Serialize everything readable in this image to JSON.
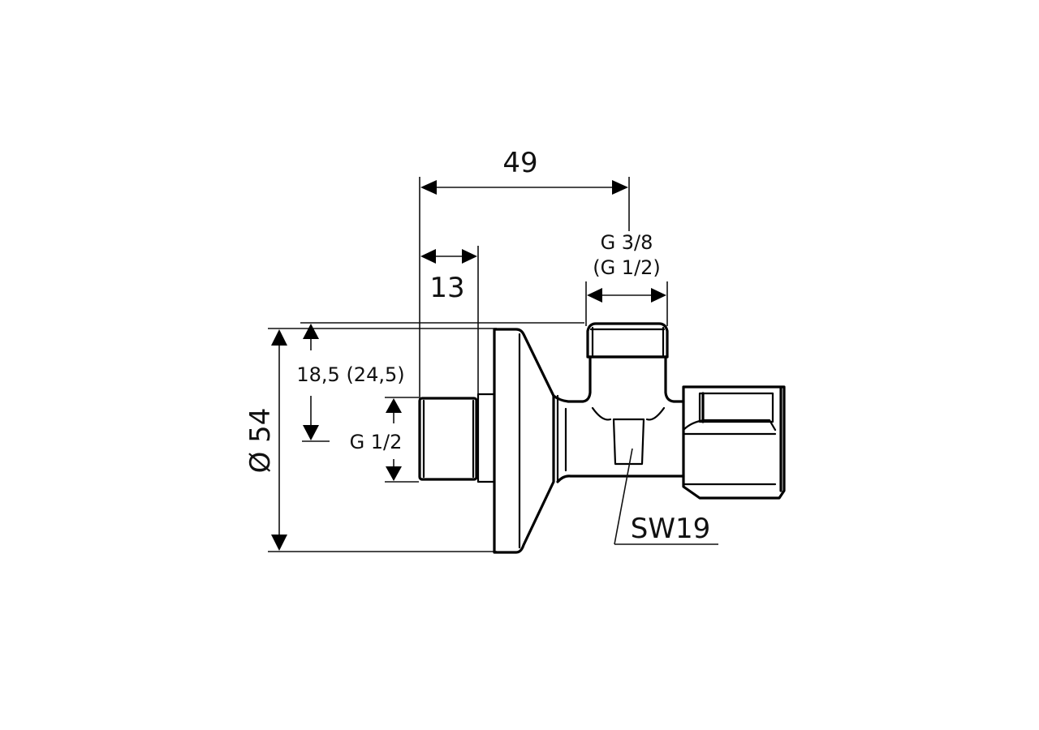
{
  "drawing": {
    "title": "Angle valve dimension drawing",
    "colors": {
      "line": "#000000",
      "background": "#ffffff"
    },
    "dimensions": {
      "overall_length": "49",
      "inlet_thread_length": "13",
      "outlet_thread_primary": "G 3/8",
      "outlet_thread_alt": "(G 1/2)",
      "rosette_diameter": "Ø 54",
      "offset_height": "18,5 (24,5)",
      "inlet_thread": "G 1/2",
      "wrench_size": "SW19"
    }
  }
}
